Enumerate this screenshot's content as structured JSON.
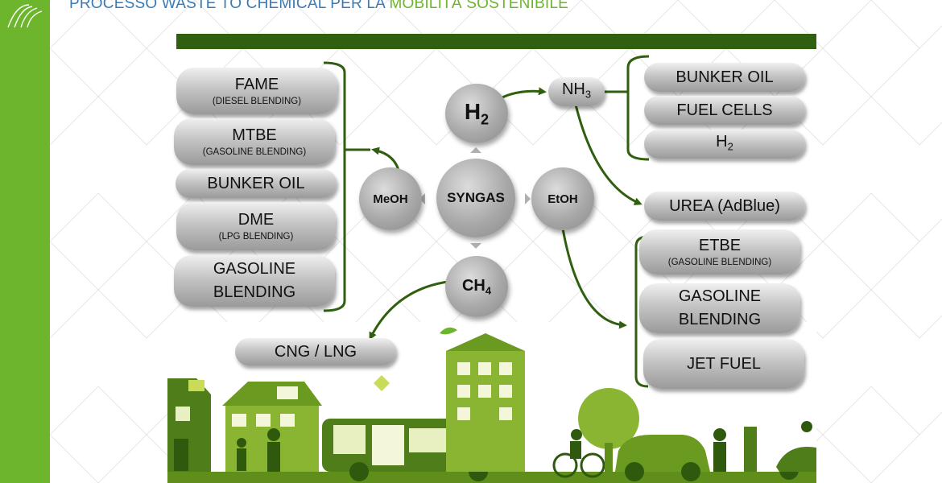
{
  "header": {
    "title_part1": "PROCESSO WASTE TO CHEMICAL PER LA ",
    "title_part2": "MOBILITÀ SOSTENIBILE"
  },
  "colors": {
    "sidebar": "#6cb52d",
    "title_blue": "#3a7ab5",
    "title_green": "#6cb52d",
    "dark_green": "#2f5f0f",
    "city_green": "#6b9a1e"
  },
  "center": {
    "syngas": "SYNGAS",
    "h2_base": "H",
    "h2_sub": "2",
    "ch4_base": "CH",
    "ch4_sub": "4",
    "meoh": "MeOH",
    "etoh": "EtOH",
    "nh3_base": "NH",
    "nh3_sub": "3"
  },
  "left_products": [
    {
      "main": "FAME",
      "sub": "(DIESEL BLENDING)"
    },
    {
      "main": "MTBE",
      "sub": "(GASOLINE BLENDING)"
    },
    {
      "main": "BUNKER OIL"
    },
    {
      "main": "DME",
      "sub": "(LPG BLENDING)"
    },
    {
      "main": "GASOLINE",
      "main2": "BLENDING"
    }
  ],
  "nh3_products": {
    "bunker_oil": "BUNKER OIL",
    "fuel_cells": "FUEL CELLS",
    "h2_base": "H",
    "h2_sub": "2"
  },
  "urea": "UREA (AdBlue)",
  "etoh_products": [
    {
      "main": "ETBE",
      "sub": "(GASOLINE BLENDING)"
    },
    {
      "main": "GASOLINE",
      "main2": "BLENDING"
    },
    {
      "main": "JET FUEL"
    }
  ],
  "cng": "CNG / LNG"
}
